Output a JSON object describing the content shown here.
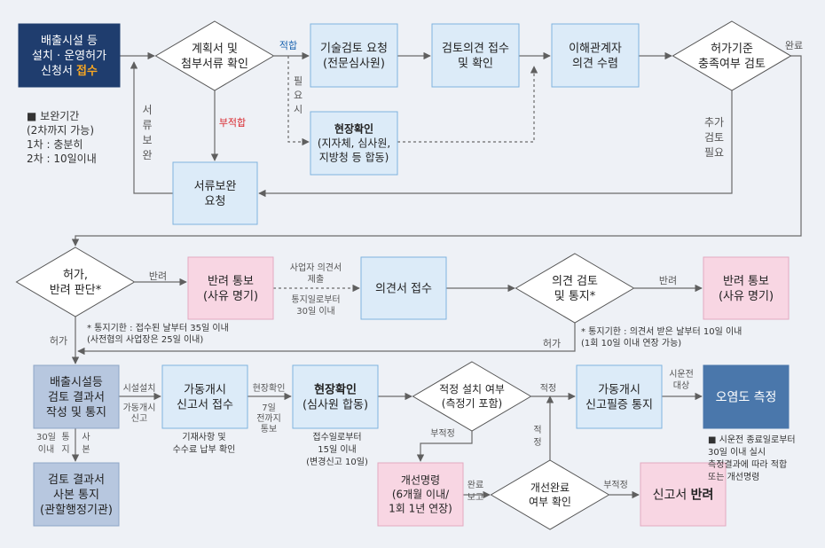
{
  "nodes": {
    "n_apply": {
      "lines": [
        "배출시설 등",
        "설치 · 운영허가",
        "신청서 접수"
      ],
      "highlight": "접수"
    },
    "n_check": {
      "lines": [
        "계획서 및",
        "첨부서류 확인"
      ]
    },
    "n_tech": {
      "lines": [
        "기술검토 요청",
        "(전문심사원)"
      ]
    },
    "n_opinion": {
      "lines": [
        "검토의견 접수",
        "및 확인"
      ]
    },
    "n_stake": {
      "lines": [
        "이해관계자",
        "의견 수렴"
      ]
    },
    "n_criteria": {
      "lines": [
        "허가기준",
        "충족여부 검토"
      ]
    },
    "n_site1": {
      "lines": [
        "현장확인",
        "(지자체, 심사원,",
        "지방청 등 합동)"
      ]
    },
    "n_supp": {
      "lines": [
        "서류보완",
        "요청"
      ]
    },
    "n_decide": {
      "lines": [
        "허가,",
        "반려 판단*"
      ]
    },
    "n_reject1": {
      "lines": [
        "반려 통보",
        "(사유 명기)"
      ]
    },
    "n_opin_rcv": {
      "lines": [
        "의견서 접수"
      ]
    },
    "n_opin_review": {
      "lines": [
        "의견 검토",
        "및 통지*"
      ]
    },
    "n_reject2": {
      "lines": [
        "반려 통보",
        "(사유 명기)"
      ]
    },
    "n_result": {
      "lines": [
        "배출시설등",
        "검토 결과서",
        "작성 및 통지"
      ]
    },
    "n_start": {
      "lines": [
        "가동개시",
        "신고서 접수"
      ]
    },
    "n_site2": {
      "lines": [
        "현장확인",
        "(심사원 합동)"
      ]
    },
    "n_proper": {
      "lines": [
        "적정 설치 여부",
        "(측정기 포함)"
      ]
    },
    "n_startcert": {
      "lines": [
        "가동개시",
        "신고필증 통지"
      ]
    },
    "n_measure": {
      "lines": [
        "오염도 측정"
      ]
    },
    "n_copy": {
      "lines": [
        "검토 결과서",
        "사본 통지",
        "(관할행정기관)"
      ]
    },
    "n_improve": {
      "lines": [
        "개선명령",
        "(6개월 이내/",
        "1회 1년 연장)"
      ]
    },
    "n_improve_chk": {
      "lines": [
        "개선완료",
        "여부 확인"
      ]
    },
    "n_reject3": {
      "lines": [
        "신고서 반려"
      ],
      "highlight": "반려"
    }
  },
  "labels": {
    "proper1": "적합",
    "needed": [
      "필",
      "요",
      "시"
    ],
    "improper1": "부적합",
    "supp_side": [
      "서",
      "류",
      "보",
      "완"
    ],
    "done": "완료",
    "extra": [
      "추가",
      "검토",
      "필요"
    ],
    "reject_a": "반려",
    "submit": [
      "사업자 의견서",
      "제출"
    ],
    "within30": [
      "통지일로부터",
      "30일 이내"
    ],
    "reject_b": "반려",
    "permit_a": "허가",
    "permit_b": "허가",
    "install_done": "시설설치",
    "start_report": [
      "가동개시",
      "신고"
    ],
    "site_check": "현장확인",
    "days7": [
      "7일",
      "전까지",
      "통보"
    ],
    "proper2": "적정",
    "improper2": "부적정",
    "proper3": [
      "적",
      "정"
    ],
    "done_report": [
      "완료",
      "보고"
    ],
    "improper3": "부적정",
    "test_target": [
      "시운전",
      "대상"
    ],
    "days30": [
      "30일",
      "이내"
    ],
    "copy_side": [
      "통",
      "지"
    ],
    "copy_side2": [
      "사",
      "본"
    ]
  },
  "notes": {
    "supplement_period": "■ 보완기간\n   (2차까지 가능)\n   1차 : 충분히\n   2차 : 10일이내",
    "notice1": "* 통지기한 : 접수된 날부터 35일 이내\n   (사전협의 사업장은 25일 이내)",
    "notice2": "* 통지기한 : 의견서 받은 날부터 10일 이내\n   (1회 10일 이내 연장 가능)",
    "attach": "기재사항 및\n수수료 납부 확인",
    "site_days": "접수일로부터\n15일 이내\n(변경신고 10일)",
    "measure_note": "■ 시운전 종료일로부터\n   30일 이내 실시\n   측정결과에 따라 적합\n   또는 개선명령"
  },
  "colors": {
    "navy": "#1f3d6e",
    "accent_orange": "#f5a623",
    "red_label": "#d9262c",
    "light_blue": "#dcebf8",
    "pink": "#f8d6e3",
    "steel": "#b7c7df",
    "dark_steel": "#4a77ab",
    "arrow": "#6b6b6b",
    "background": "#eef1f6"
  }
}
